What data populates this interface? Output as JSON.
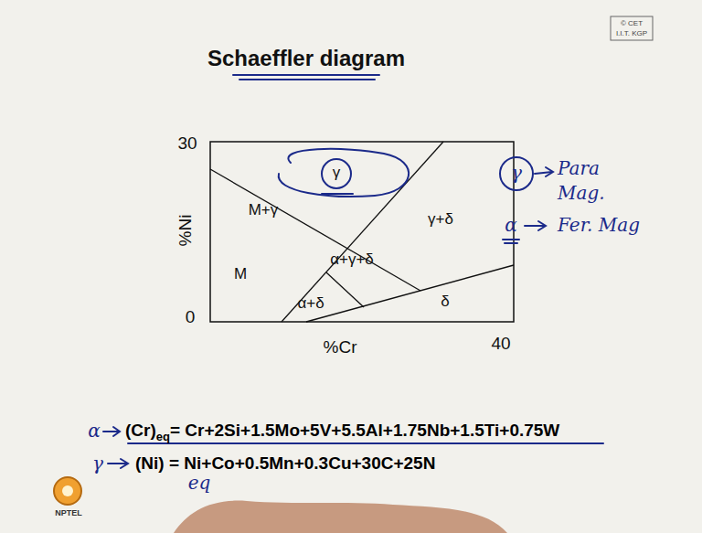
{
  "diagram": {
    "title": "Schaeffler diagram",
    "labels": [
      "© CET",
      "I.I.T. KGP",
      "30",
      "0",
      "%Ni",
      "%Cr",
      "40",
      "γ",
      "M+γ",
      "γ+δ",
      "M",
      "α+γ+δ",
      "α+δ",
      "δ",
      "γ",
      "Para Mag.",
      "α",
      "Fer. Mag",
      "α",
      "(Cr)",
      "eq",
      "= Cr+2Si+1.5Mo+5V+5.5Al+1.75Nb+1.5Ti+0.75W",
      "γ",
      "(Ni) = Ni+Co+0.5Mn+0.3Cu+30C+25N",
      "eq",
      "NPTEL"
    ]
  }
}
